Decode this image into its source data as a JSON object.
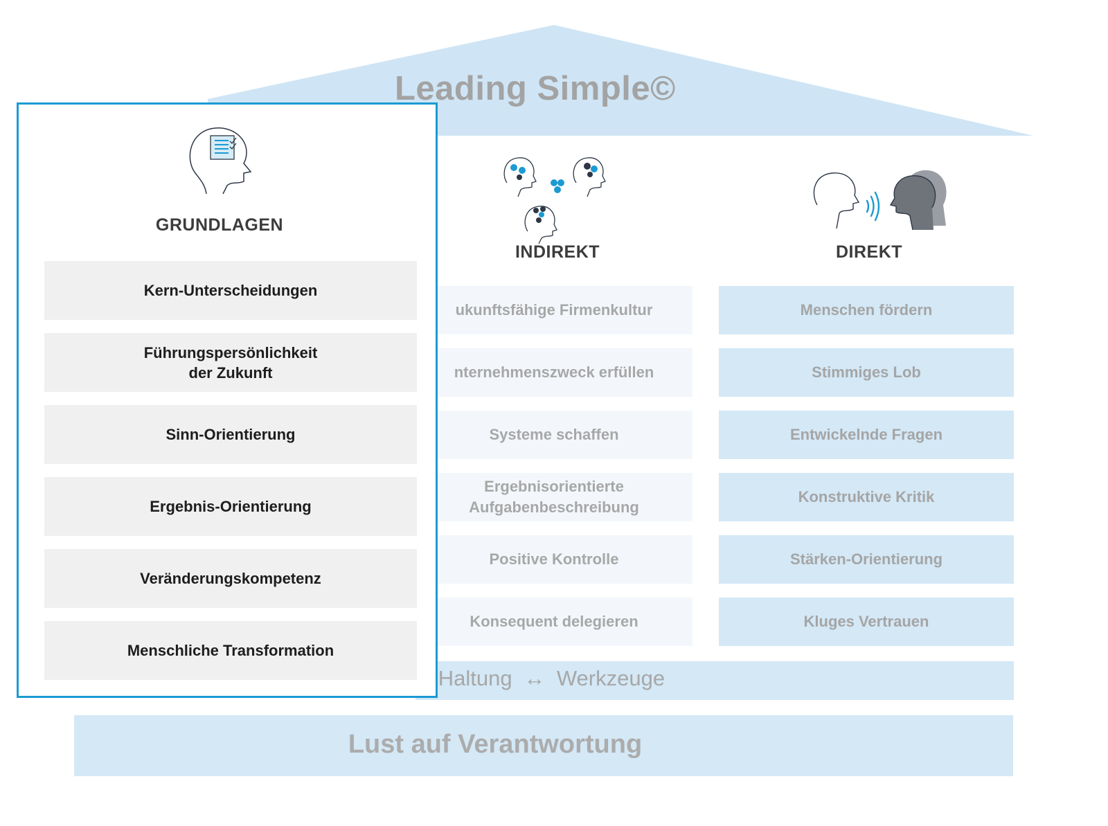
{
  "roof": {
    "title": "Leading Simple©",
    "color": "#cfe5f5"
  },
  "grundlagen": {
    "label": "GRUNDLAGEN",
    "icon": "head-checklist-icon",
    "items": [
      "Kern-Unterscheidungen",
      "Führungspersönlichkeit\nder Zukunft",
      "Sinn-Orientierung",
      "Ergebnis-Orientierung",
      "Veränderungskompetenz",
      "Menschliche Transformation"
    ],
    "border_color": "#1b9ad3"
  },
  "indirekt": {
    "label": "INDIREKT",
    "icon": "heads-gears-icon",
    "items": [
      "ukunftsfähige Firmenkultur",
      "nternehmenszweck erfüllen",
      "Systeme schaffen",
      "Ergebnisorientierte\nAufgabenbeschreibung",
      "Positive Kontrolle",
      "Konsequent delegieren"
    ]
  },
  "direkt": {
    "label": "DIREKT",
    "icon": "heads-talking-icon",
    "items": [
      "Menschen fördern",
      "Stimmiges Lob",
      "Entwickelnde Fragen",
      "Konstruktive Kritik",
      "Stärken-Orientierung",
      "Kluges Vertrauen"
    ]
  },
  "middle_band": {
    "left": "le Haltung",
    "arrow": "↔",
    "right": "Werkzeuge"
  },
  "base": {
    "text": "Lust auf Verantwortung"
  },
  "accent_color": "#1b9ad3"
}
